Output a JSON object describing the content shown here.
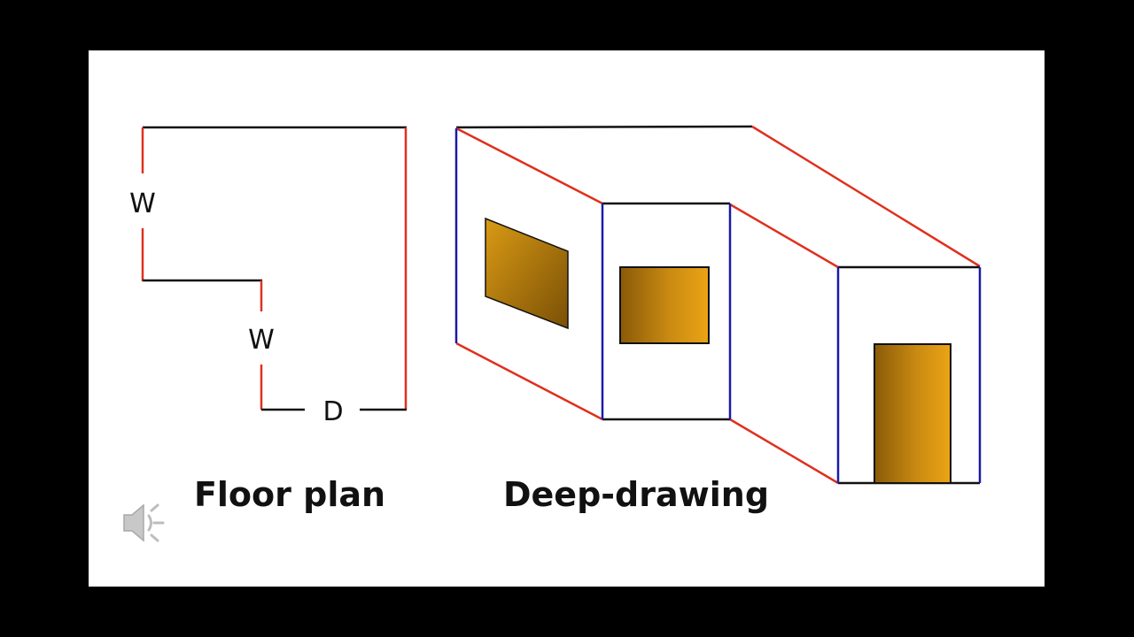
{
  "floor_plan": {
    "label_w_upper": "W",
    "label_w_lower": "W",
    "label_d": "D",
    "caption": "Floor plan"
  },
  "deep_drawing": {
    "caption": "Deep-drawing"
  },
  "colors": {
    "frame": "#000000",
    "slide": "#ffffff",
    "depth_line": "#e0301e",
    "vertical_edge": "#1a1aa8",
    "outline": "#111111",
    "fill_light": "#e8a010",
    "fill_dark": "#8a5a08"
  },
  "icons": {
    "audio": "speaker-icon"
  }
}
